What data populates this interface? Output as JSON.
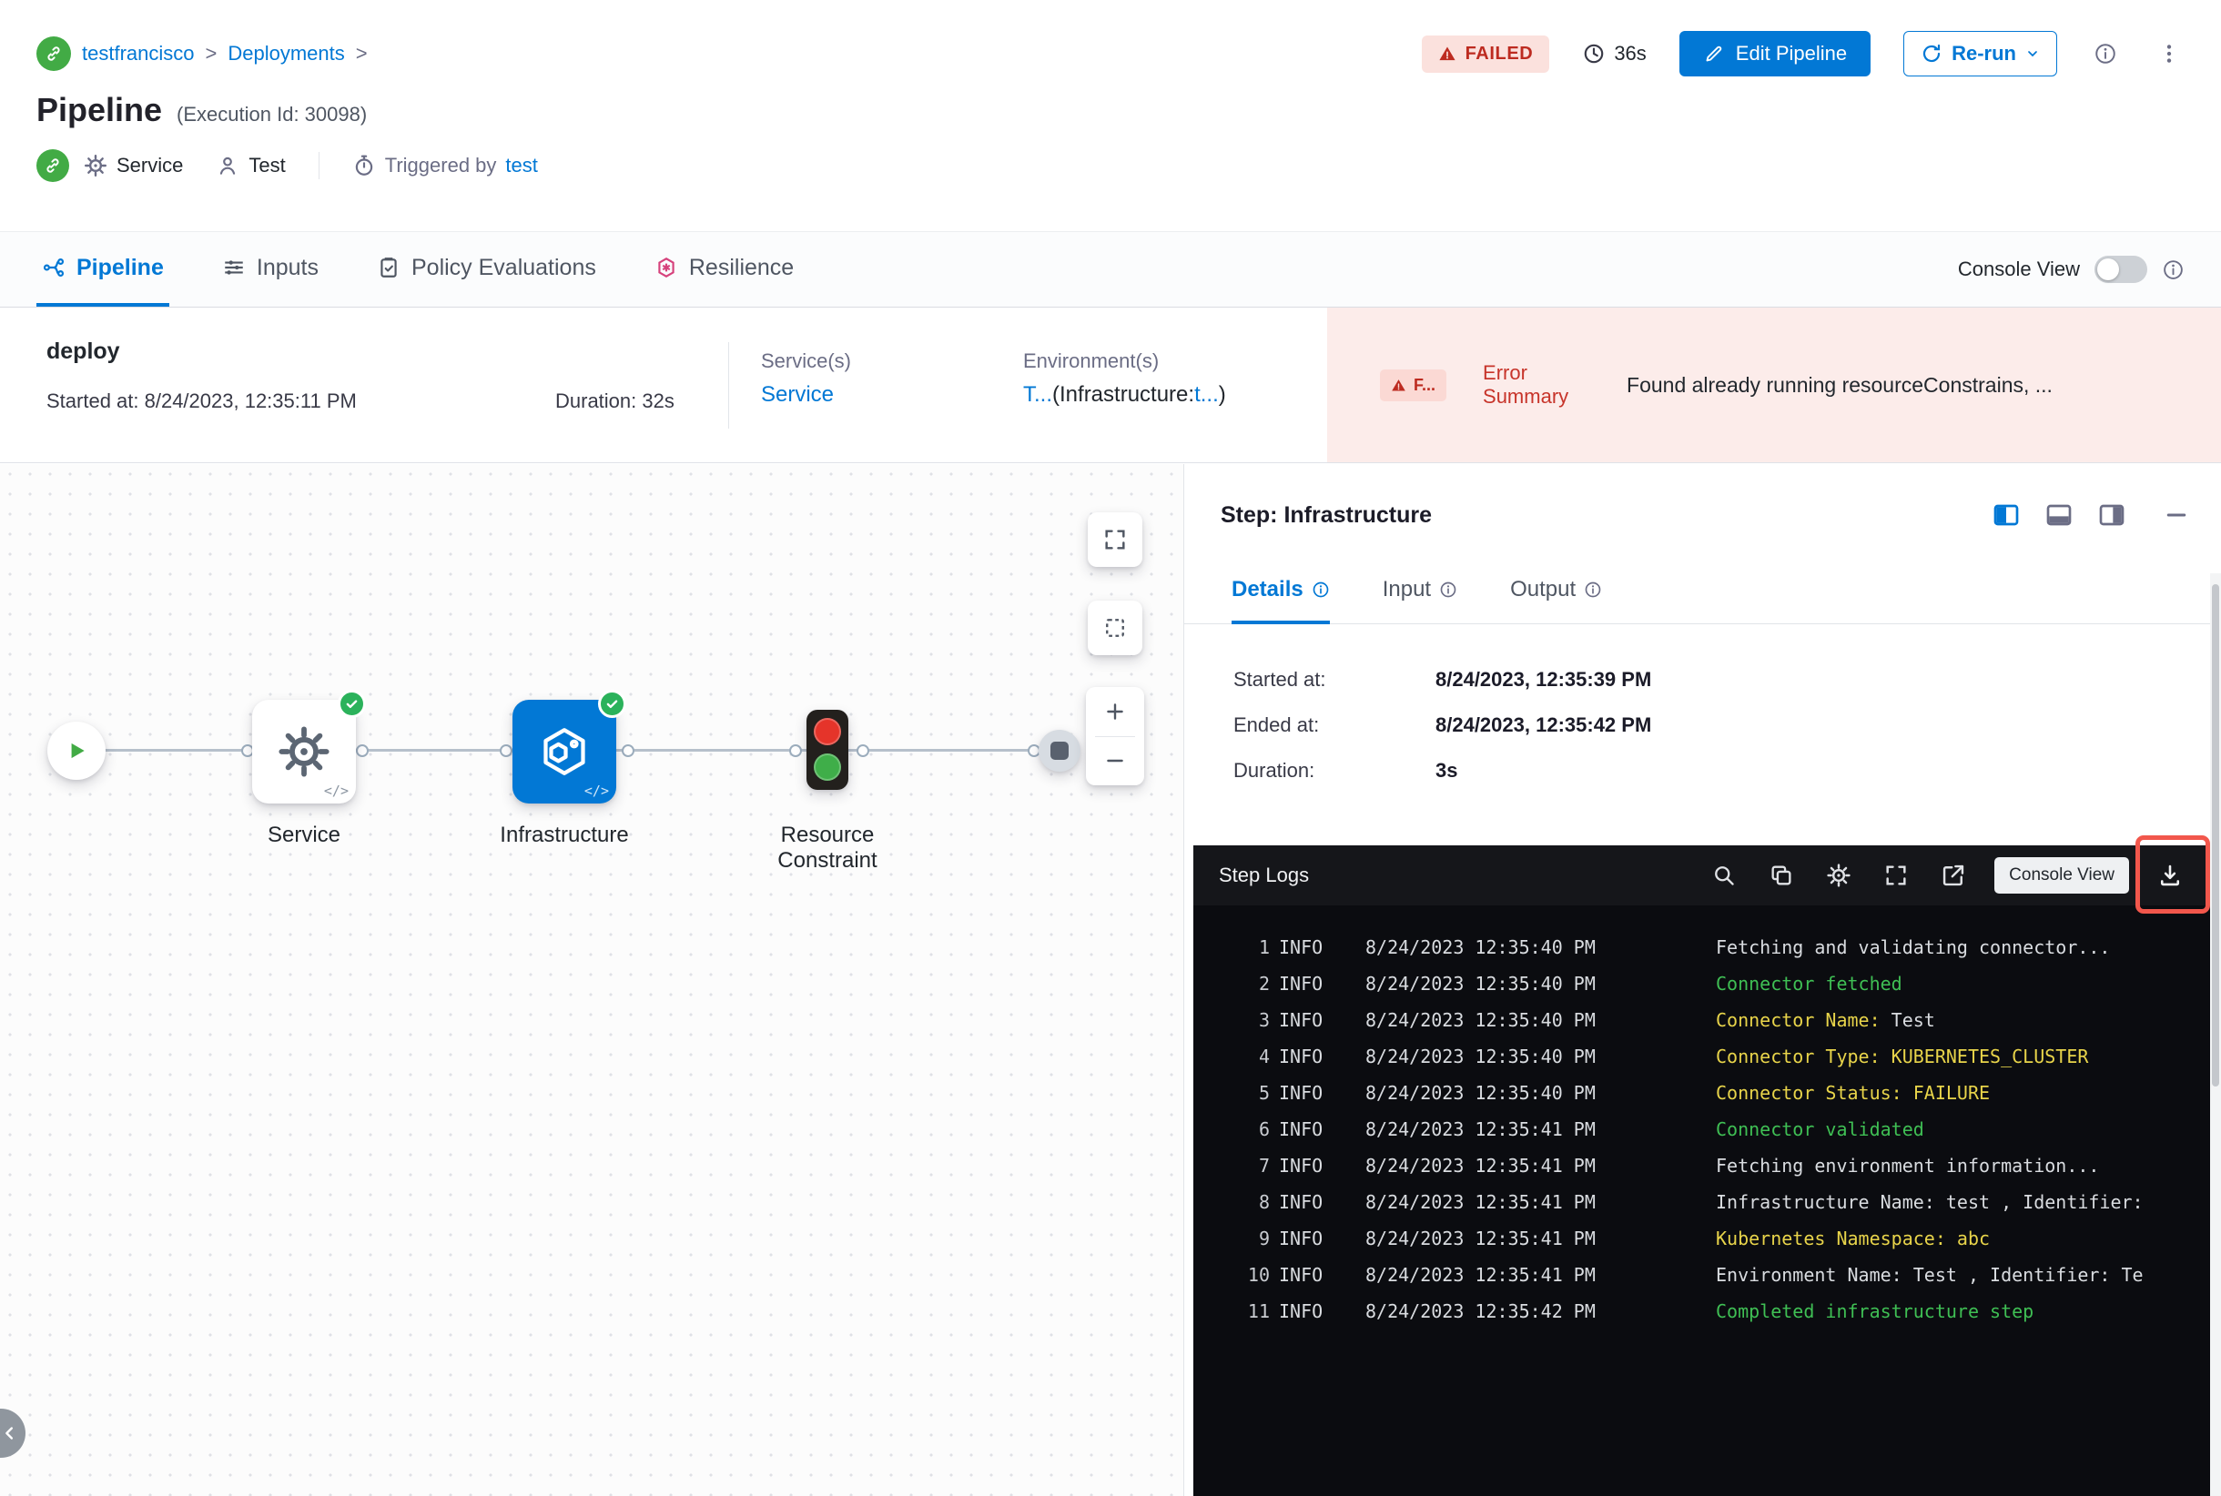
{
  "colors": {
    "accent_blue": "#0278d5",
    "failed_red": "#bd2b20",
    "success_green": "#2bb25b",
    "log_green": "#3fbf54",
    "log_yellow": "#e8d44a",
    "error_bg": "#fcecea",
    "highlight_red": "#f2574c"
  },
  "header": {
    "breadcrumb": {
      "project": "testfrancisco",
      "separator": ">",
      "section": "Deployments"
    },
    "title": "Pipeline",
    "execution_id": "(Execution Id: 30098)",
    "status_badge": "FAILED",
    "elapsed": "36s",
    "edit_pipeline_label": "Edit Pipeline",
    "rerun_label": "Re-run",
    "meta": {
      "service_label": "Service",
      "test_label": "Test",
      "triggered_by_label": "Triggered by",
      "triggered_by_value": "test"
    }
  },
  "tabs": [
    {
      "label": "Pipeline"
    },
    {
      "label": "Inputs"
    },
    {
      "label": "Policy Evaluations"
    },
    {
      "label": "Resilience"
    }
  ],
  "console_view": {
    "label": "Console View"
  },
  "summary": {
    "stage_name": "deploy",
    "started": "Started at: 8/24/2023, 12:35:11 PM",
    "duration": "Duration: 32s",
    "services_label": "Service(s)",
    "services_value": "Service",
    "environments_label": "Environment(s)",
    "env_link1": "T...",
    "env_mid": "(Infrastructure:",
    "env_link2": "t...",
    "env_end": ")",
    "error_badge": "F...",
    "error_label": "Error Summary",
    "error_text": "Found already running resourceConstrains, ..."
  },
  "graph": {
    "nodes": {
      "service": "Service",
      "infrastructure": "Infrastructure",
      "resource_constraint": "Resource Constraint"
    }
  },
  "step_panel": {
    "title": "Step: Infrastructure",
    "tabs": {
      "details": "Details",
      "input": "Input",
      "output": "Output"
    },
    "details": [
      {
        "label": "Started at:",
        "value": "8/24/2023, 12:35:39 PM"
      },
      {
        "label": "Ended at:",
        "value": "8/24/2023, 12:35:42 PM"
      },
      {
        "label": "Duration:",
        "value": "3s"
      }
    ]
  },
  "logs": {
    "title": "Step Logs",
    "console_view_label": "Console View",
    "lines": [
      {
        "num": "1",
        "level": "INFO",
        "time": "8/24/2023 12:35:40 PM",
        "segments": [
          {
            "text": "Fetching and validating connector...",
            "color": "default"
          }
        ]
      },
      {
        "num": "2",
        "level": "INFO",
        "time": "8/24/2023 12:35:40 PM",
        "segments": [
          {
            "text": "Connector fetched",
            "color": "green"
          }
        ]
      },
      {
        "num": "3",
        "level": "INFO",
        "time": "8/24/2023 12:35:40 PM",
        "segments": [
          {
            "text": "Connector Name: ",
            "color": "yellow"
          },
          {
            "text": "Test",
            "color": "default"
          }
        ]
      },
      {
        "num": "4",
        "level": "INFO",
        "time": "8/24/2023 12:35:40 PM",
        "segments": [
          {
            "text": "Connector Type: KUBERNETES_CLUSTER",
            "color": "yellow"
          }
        ]
      },
      {
        "num": "5",
        "level": "INFO",
        "time": "8/24/2023 12:35:40 PM",
        "segments": [
          {
            "text": "Connector Status: FAILURE",
            "color": "yellow"
          }
        ]
      },
      {
        "num": "6",
        "level": "INFO",
        "time": "8/24/2023 12:35:41 PM",
        "segments": [
          {
            "text": "Connector validated",
            "color": "green"
          }
        ]
      },
      {
        "num": "7",
        "level": "INFO",
        "time": "8/24/2023 12:35:41 PM",
        "segments": [
          {
            "text": "Fetching environment information...",
            "color": "default"
          }
        ]
      },
      {
        "num": "8",
        "level": "INFO",
        "time": "8/24/2023 12:35:41 PM",
        "segments": [
          {
            "text": "Infrastructure Name: test , Identifier:",
            "color": "default"
          }
        ]
      },
      {
        "num": "9",
        "level": "INFO",
        "time": "8/24/2023 12:35:41 PM",
        "segments": [
          {
            "text": "Kubernetes Namespace: abc",
            "color": "yellow"
          }
        ]
      },
      {
        "num": "10",
        "level": "INFO",
        "time": "8/24/2023 12:35:41 PM",
        "segments": [
          {
            "text": "Environment Name: Test , Identifier: Te",
            "color": "default"
          }
        ]
      },
      {
        "num": "11",
        "level": "INFO",
        "time": "8/24/2023 12:35:42 PM",
        "segments": [
          {
            "text": "Completed infrastructure step",
            "color": "green"
          }
        ]
      }
    ]
  }
}
